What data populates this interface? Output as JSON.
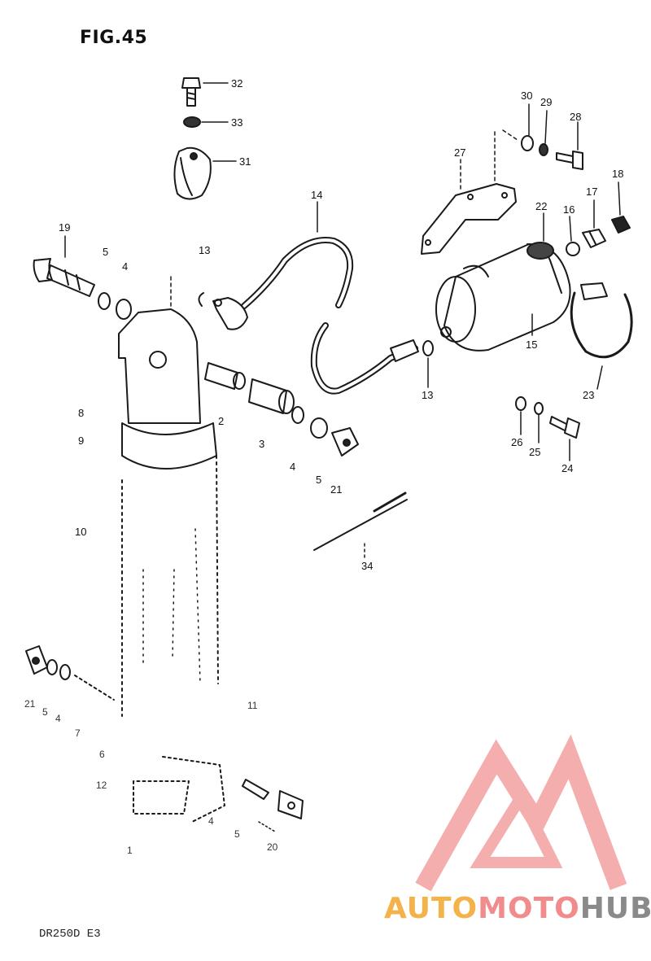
{
  "figure": {
    "title": "FIG.45",
    "model_code": "DR250D E3"
  },
  "watermark": {
    "auto": "AUTO",
    "moto": "MOTO",
    "hub": "HUB",
    "logo_color": "#f4a0a0"
  },
  "callouts": {
    "c32": "32",
    "c33": "33",
    "c31": "31",
    "c14": "14",
    "c13a": "13",
    "c13b": "13",
    "c30": "30",
    "c29": "29",
    "c28": "28",
    "c27": "27",
    "c22": "22",
    "c16": "16",
    "c17": "17",
    "c18": "18",
    "c15": "15",
    "c23": "23",
    "c26": "26",
    "c25": "25",
    "c24": "24",
    "c19": "19",
    "c5a": "5",
    "c4a": "4",
    "c8": "8",
    "c9": "9",
    "c2": "2",
    "c3": "3",
    "c4b": "4",
    "c5b": "5",
    "c21a": "21",
    "c10": "10",
    "c34": "34",
    "c21b": "21",
    "c5c": "5",
    "c4c": "4",
    "c7": "7",
    "c11": "11",
    "c6": "6",
    "c12": "12",
    "c4d": "4",
    "c5d": "5",
    "c20": "20",
    "c1": "1"
  }
}
